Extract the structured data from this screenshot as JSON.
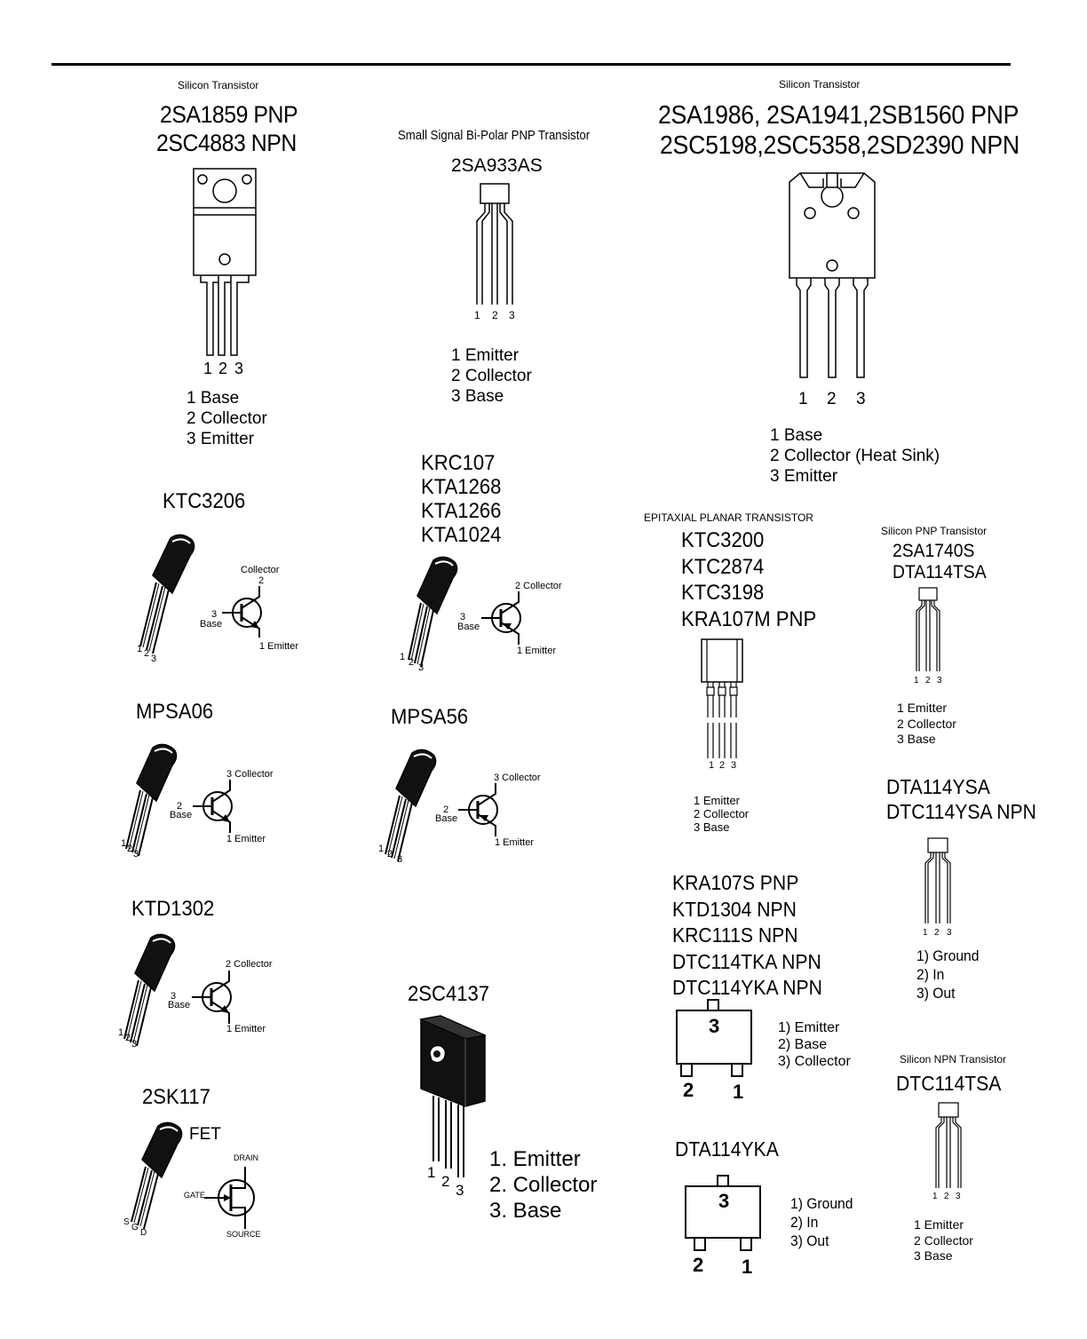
{
  "header": {
    "silicon_transistor_label": "Silicon Transistor"
  },
  "to220": {
    "caption": "Silicon Transistor",
    "line1": "2SA1859  PNP",
    "line2": "2SC4883 NPN",
    "pin_numbers": [
      "1",
      "2",
      "3"
    ],
    "pins": [
      "1 Base",
      "2 Collector",
      "3 Emitter"
    ]
  },
  "a933": {
    "caption": "Small Signal Bi-Polar PNP Transistor",
    "part": "2SA933AS",
    "pin_numbers": [
      "1",
      "2",
      "3"
    ],
    "pins": [
      "1 Emitter",
      "2 Collector",
      "3 Base"
    ]
  },
  "to3p": {
    "caption": "Silicon Transistor",
    "line1": "2SA1986, 2SA1941,2SB1560 PNP",
    "line2": "2SC5198,2SC5358,2SD2390  NPN",
    "pin_numbers": [
      "1",
      "2",
      "3"
    ],
    "pins": [
      "1 Base",
      "2 Collector (Heat Sink)",
      "3 Emitter"
    ]
  },
  "ktc3206": {
    "part": "KTC3206",
    "collector": "Collector",
    "collector_num": "2",
    "base_num": "3",
    "base": "Base",
    "emitter": "1 Emitter",
    "leads": [
      "1",
      "2",
      "3"
    ]
  },
  "krc_group": {
    "parts": [
      "KRC107",
      "KTA1268",
      "KTA1266",
      "KTA1024"
    ],
    "collector": "2 Collector",
    "base_num": "3",
    "base": "Base",
    "emitter": "1 Emitter",
    "leads": [
      "1",
      "2",
      "3"
    ]
  },
  "ktc_group": {
    "caption": "EPITAXIAL PLANAR TRANSISTOR",
    "parts": [
      "KTC3200",
      "KTC2874",
      "KTC3198",
      "KRA107M  PNP"
    ],
    "pin_numbers": [
      "1",
      "2",
      "3"
    ],
    "pins": [
      "1 Emitter",
      "2 Collector",
      "3 Base"
    ]
  },
  "a1740": {
    "caption": "Silicon PNP Transistor",
    "parts": [
      "2SA1740S",
      "DTA114TSA"
    ],
    "pin_numbers": [
      "1",
      "2",
      "3"
    ],
    "pins": [
      "1 Emitter",
      "2 Collector",
      "3 Base"
    ]
  },
  "mpsa06": {
    "part": "MPSA06",
    "collector": "3 Collector",
    "base_num": "2",
    "base": "Base",
    "emitter": "1 Emitter",
    "leads": [
      "1",
      "2",
      "3"
    ]
  },
  "mpsa56": {
    "part": "MPSA56",
    "collector": "3 Collector",
    "base_num": "2",
    "base": "Base",
    "emitter": "1 Emitter",
    "leads": [
      "1",
      "2",
      "3"
    ]
  },
  "dta114ysa": {
    "parts": [
      "DTA114YSA",
      "DTC114YSA  NPN"
    ],
    "pin_numbers": [
      "1",
      "2",
      "3"
    ],
    "pins": [
      "1) Ground",
      "2)  In",
      "3) Out"
    ]
  },
  "sot23_group": {
    "parts": [
      "KRA107S  PNP",
      "KTD1304  NPN",
      "KRC111S  NPN",
      "DTC114TKA NPN",
      "DTC114YKA  NPN"
    ],
    "top_pin": "3",
    "bottom_pins": [
      "2",
      "1"
    ],
    "pins": [
      "1) Emitter",
      "2) Base",
      "3) Collector"
    ]
  },
  "ktd1302": {
    "part": "KTD1302",
    "collector": "2 Collector",
    "base_num": "3",
    "base": "Base",
    "emitter": "1 Emitter",
    "leads": [
      "1",
      "2",
      "3"
    ]
  },
  "c4137": {
    "part": "2SC4137",
    "pin_numbers": [
      "1",
      "2",
      "3"
    ],
    "pins": [
      "1. Emitter",
      "2. Collector",
      "3. Base"
    ]
  },
  "dtc114tsa": {
    "caption": "Silicon NPN Transistor",
    "part": "DTC114TSA",
    "pin_numbers": [
      "1",
      "2",
      "3"
    ],
    "pins": [
      "1 Emitter",
      "2 Collector",
      "3 Base"
    ]
  },
  "k117": {
    "part": "2SK117",
    "type": "FET",
    "drain": "DRAIN",
    "gate": "GATE",
    "source": "SOURCE",
    "leads": [
      "S",
      "G",
      "D"
    ]
  },
  "dta114yka": {
    "part": "DTA114YKA",
    "top_pin": "3",
    "bottom_pins": [
      "2",
      "1"
    ],
    "pins": [
      "1) Ground",
      "2)  In",
      "3) Out"
    ]
  }
}
